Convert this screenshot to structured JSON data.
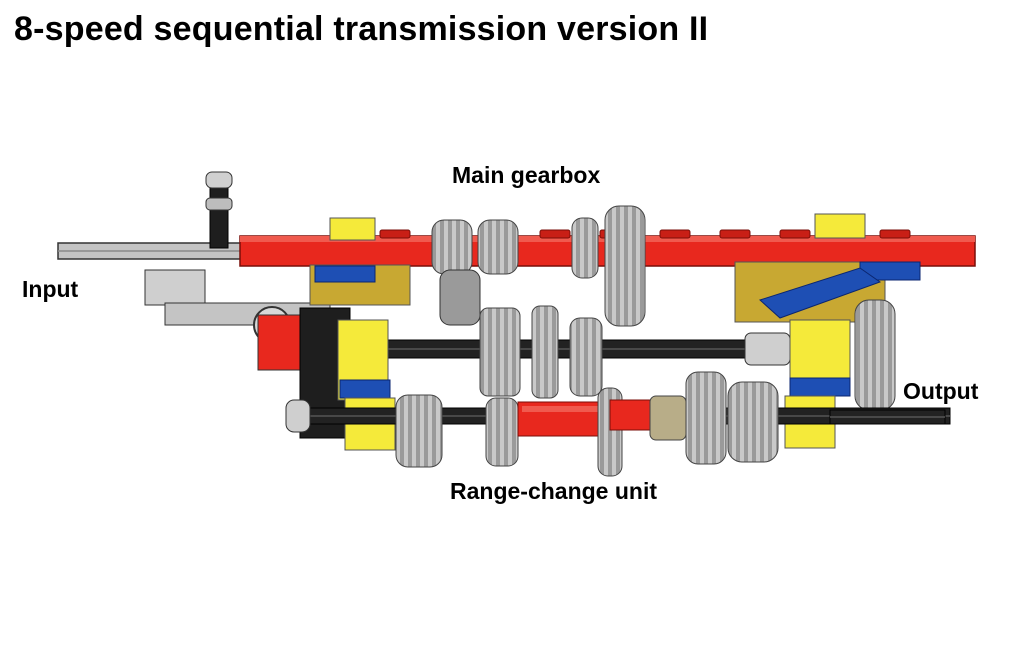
{
  "title": "8-speed sequential transmission version II",
  "labels": {
    "main_gearbox": "Main gearbox",
    "input": "Input",
    "output": "Output",
    "range_change_unit": "Range-change unit"
  },
  "colors": {
    "red": "#e8281e",
    "yellow": "#f5ea3a",
    "blue": "#1e4fb4",
    "dark_yellow": "#c8a832",
    "gray": "#bfbfbf",
    "dark": "#222222"
  }
}
